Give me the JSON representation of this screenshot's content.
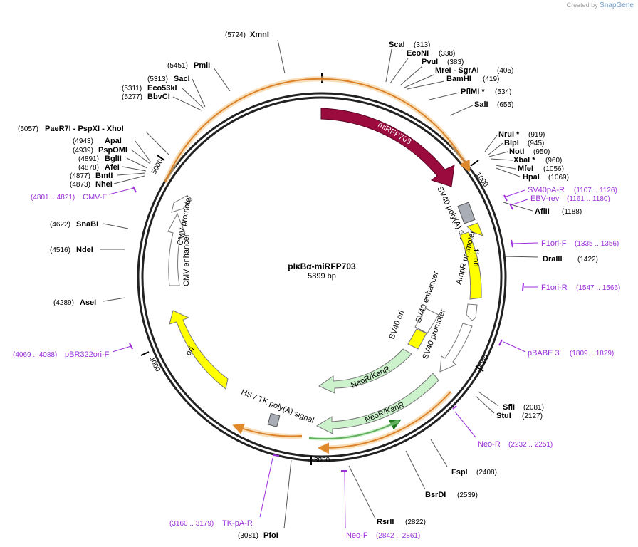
{
  "header": {
    "created_by": "Created by",
    "brand": "SnapGene"
  },
  "plasmid": {
    "name": "pIκBα-miRFP703",
    "length_label": "5899 bp",
    "length": 5899
  },
  "ticks": [
    {
      "label": "1000",
      "bp": 1000
    },
    {
      "label": "2000",
      "bp": 2000
    },
    {
      "label": "3000",
      "bp": 3000
    },
    {
      "label": "4000",
      "bp": 4000
    },
    {
      "label": "5000",
      "bp": 5000
    }
  ],
  "sites": [
    {
      "name": "XmnI",
      "pos": "(5724)",
      "side": "left"
    },
    {
      "name": "PmlI",
      "pos": "(5451)",
      "side": "left"
    },
    {
      "name": "SacI",
      "pos": "(5313)",
      "side": "left"
    },
    {
      "name": "Eco53kI",
      "pos": "(5311)",
      "side": "left"
    },
    {
      "name": "BbvCI",
      "pos": "(5277)",
      "side": "left"
    },
    {
      "name": "PaeR7I  - PspXI  - XhoI",
      "pos": "(5057)",
      "side": "left"
    },
    {
      "name": "ApaI",
      "pos": "(4943)",
      "side": "left"
    },
    {
      "name": "PspOMI",
      "pos": "(4939)",
      "side": "left"
    },
    {
      "name": "BglII",
      "pos": "(4891)",
      "side": "left"
    },
    {
      "name": "AfeI",
      "pos": "(4878)",
      "side": "left"
    },
    {
      "name": "BmtI",
      "pos": "(4877)",
      "side": "left"
    },
    {
      "name": "NheI",
      "pos": "(4873)",
      "side": "left"
    },
    {
      "name": "SnaBI",
      "pos": "(4622)",
      "side": "left"
    },
    {
      "name": "NdeI",
      "pos": "(4516)",
      "side": "left"
    },
    {
      "name": "AseI",
      "pos": "(4289)",
      "side": "left"
    },
    {
      "name": "PfoI",
      "pos": "(3081)",
      "side": "left"
    },
    {
      "name": "ScaI",
      "pos": "(313)",
      "side": "right"
    },
    {
      "name": "EcoNI",
      "pos": "(338)",
      "side": "right"
    },
    {
      "name": "PvuI",
      "pos": "(383)",
      "side": "right"
    },
    {
      "name": "MreI  - SgrAI",
      "pos": "(405)",
      "side": "right"
    },
    {
      "name": "BamHI",
      "pos": "(419)",
      "side": "right"
    },
    {
      "name": "PflMI *",
      "pos": "(534)",
      "side": "right"
    },
    {
      "name": "SalI",
      "pos": "(655)",
      "side": "right"
    },
    {
      "name": "NruI *",
      "pos": "(919)",
      "side": "right"
    },
    {
      "name": "BlpI",
      "pos": "(945)",
      "side": "right"
    },
    {
      "name": "NotI",
      "pos": "(950)",
      "side": "right"
    },
    {
      "name": "XbaI *",
      "pos": "(960)",
      "side": "right"
    },
    {
      "name": "MfeI",
      "pos": "(1056)",
      "side": "right"
    },
    {
      "name": "HpaI",
      "pos": "(1069)",
      "side": "right"
    },
    {
      "name": "AflII",
      "pos": "(1188)",
      "side": "right"
    },
    {
      "name": "DraIII",
      "pos": "(1422)",
      "side": "right"
    },
    {
      "name": "SfiI",
      "pos": "(2081)",
      "side": "right"
    },
    {
      "name": "StuI",
      "pos": "(2127)",
      "side": "right"
    },
    {
      "name": "FspI",
      "pos": "(2408)",
      "side": "right"
    },
    {
      "name": "BsrDI",
      "pos": "(2539)",
      "side": "right"
    },
    {
      "name": "RsrII",
      "pos": "(2822)",
      "side": "right"
    }
  ],
  "primers": [
    {
      "name": "CMV-F",
      "range": "(4801 .. 4821)",
      "side": "left"
    },
    {
      "name": "pBR322ori-F",
      "range": "(4069 .. 4088)",
      "side": "left"
    },
    {
      "name": "TK-pA-R",
      "range": "(3160 .. 3179)",
      "side": "left"
    },
    {
      "name": "SV40pA-R",
      "range": "(1107 .. 1126)",
      "side": "right"
    },
    {
      "name": "EBV-rev",
      "range": "(1161 .. 1180)",
      "side": "right"
    },
    {
      "name": "F1ori-F",
      "range": "(1335 .. 1356)",
      "side": "right"
    },
    {
      "name": "F1ori-R",
      "range": "(1547 .. 1566)",
      "side": "right"
    },
    {
      "name": "pBABE 3'",
      "range": "(1809 .. 1829)",
      "side": "right"
    },
    {
      "name": "Neo-R",
      "range": "(2232 .. 2251)",
      "side": "right"
    },
    {
      "name": "Neo-F",
      "range": "(2842 .. 2861)",
      "side": "right"
    }
  ],
  "features": {
    "mirfp": "miRFP703",
    "sv40_polya": "SV40 poly(A) signal",
    "f1_ori": "f1 ori",
    "ampr_promoter": "AmpR promoter",
    "sv40_enhancer": "SV40 enhancer",
    "sv40_ori": "SV40 ori",
    "sv40_promoter": "SV40 promoter",
    "neo_inner": "NeoR/KanR",
    "neo_outer": "NeoR/KanR",
    "hsv_tk": "HSV TK poly(A) signal",
    "ori": "ori",
    "cmv_promoter": "CMV promoter",
    "cmv_enhancer": "CMV enhancer"
  },
  "colors": {
    "backbone": "#222222",
    "orf_orange": "#f5a623",
    "mirfp": "#9b0b3d",
    "yellow": "#ffff00",
    "neo": "#ccf2cc",
    "neo_line": "#1f7a1f",
    "gray_box": "#a9adb5",
    "primer": "#9b30d9"
  }
}
